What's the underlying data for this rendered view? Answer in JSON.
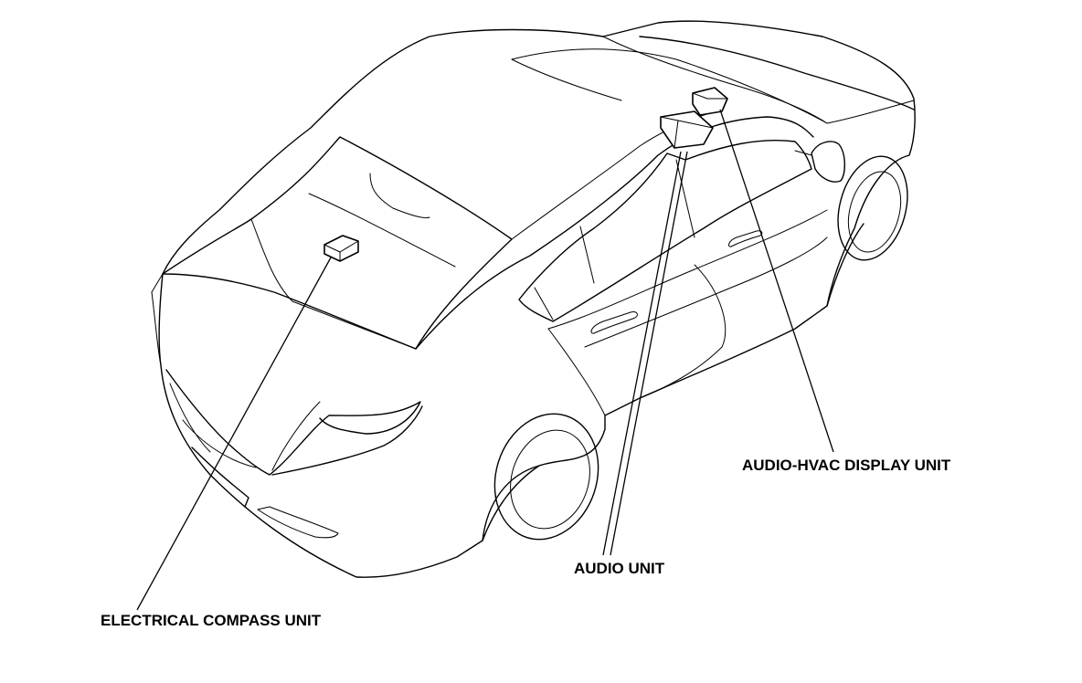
{
  "labels": {
    "compass": "ELECTRICAL COMPASS UNIT",
    "audio": "AUDIO UNIT",
    "display": "AUDIO-HVAC DISPLAY UNIT"
  },
  "colors": {
    "line": "#000000",
    "background": "#ffffff"
  }
}
